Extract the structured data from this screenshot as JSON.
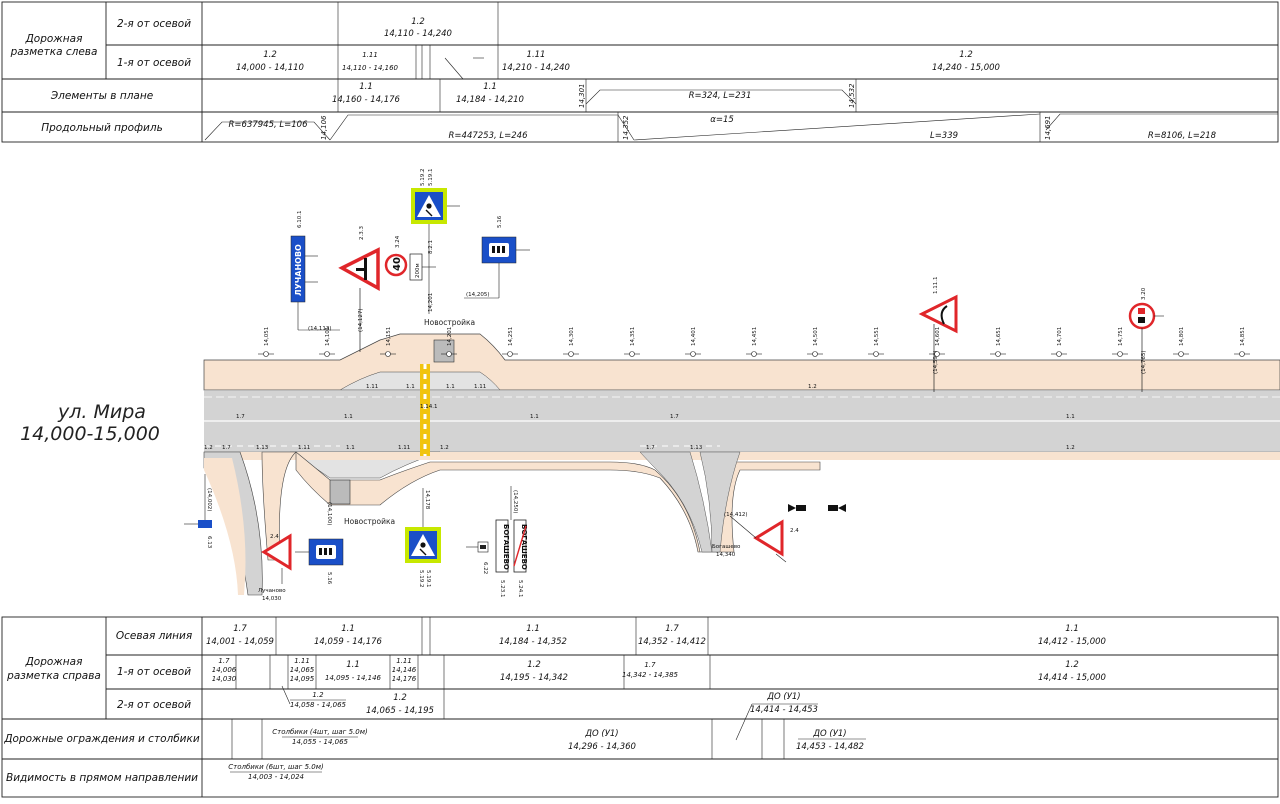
{
  "top_table": {
    "group_label_line1": "Дорожная",
    "group_label_line2": "разметка слева",
    "row2_label": "2-я от осевой",
    "row1_label": "1-я от осевой",
    "row_plan_label": "Элементы в плане",
    "row_profile_label": "Продольный профиль",
    "row2_segments": [
      {
        "code": "1.2",
        "range": "14,110 - 14,240"
      }
    ],
    "row1_segments": [
      {
        "code": "1.2",
        "range": "14,000 - 14,110"
      },
      {
        "code": "1.11",
        "range": "14,110 - 14,160"
      },
      {
        "code": "1.11",
        "range": "14,210 - 14,240"
      },
      {
        "code": "1.2",
        "range": "14,240 - 15,000"
      }
    ],
    "plan_segments": [
      {
        "code": "1.1",
        "range": "14,160 - 14,176"
      },
      {
        "code": "1.1",
        "range": "14,184 - 14,210"
      },
      {
        "code": "R=324, L=231",
        "range": ""
      }
    ],
    "plan_marks": [
      "14,301",
      "14,532"
    ],
    "profile_segments": [
      "R=637945, L=106",
      "R=447253, L=246",
      "α=15",
      "L=339",
      "R=8106, L=218"
    ],
    "profile_marks": [
      "14,106",
      "14,352",
      "14,691"
    ]
  },
  "road": {
    "street_name": "ул. Мира",
    "street_range": "14,000-15,000",
    "labels_new_building_top": "Новостройка",
    "labels_new_building_bottom": "Новостройка",
    "markings": [
      "1.1",
      "1.2",
      "1.7",
      "1.11",
      "1.14.1",
      "1.13"
    ],
    "top_signs": [
      {
        "code": "6.10.1",
        "text": "ЛУЧАНОВО",
        "pk": "(14,113)"
      },
      {
        "code": "2.3.3",
        "pk": "(14,127)"
      },
      {
        "code": "3.24",
        "text": "40"
      },
      {
        "code": "8.2.1",
        "text": "200м"
      },
      {
        "code": "5.19.2"
      },
      {
        "code": "5.19.1"
      },
      {
        "code": "5.16",
        "pk": "(14,205)"
      },
      {
        "code": "1.11.1",
        "pk": "(14,594)"
      },
      {
        "code": "3.20",
        "pk": "(14,765)"
      }
    ],
    "top_pk_small": [
      "14,051",
      "14,101",
      "14,151",
      "14,201",
      "14,251",
      "14,301",
      "14,351",
      "14,401",
      "14,451",
      "14,501",
      "14,551",
      "14,601",
      "14,651",
      "14,701",
      "14,751",
      "14,801",
      "14,851"
    ],
    "bottom_signs": [
      {
        "code": "6.13",
        "pk": "(14,002)"
      },
      {
        "code": "2.4",
        "pk": "(14,100)"
      },
      {
        "code": "5.16"
      },
      {
        "code": "5.19.2"
      },
      {
        "code": "5.19.1",
        "pk": "14,178"
      },
      {
        "code": "6.22"
      },
      {
        "code": "5.23.1",
        "text": "БОГАШЕВО",
        "pk": "(14,250)"
      },
      {
        "code": "5.24.1",
        "text": "БОГАШЕВО"
      },
      {
        "code": "2.4",
        "pk": "(14,412)"
      }
    ],
    "bottom_small_text": [
      "Лучаново",
      "14,030",
      "Богашево",
      "14,340"
    ]
  },
  "bottom_table": {
    "group_label_line1": "Дорожная",
    "group_label_line2": "разметка справа",
    "row_axis_label": "Осевая линия",
    "row1_label": "1-я от осевой",
    "row2_label": "2-я от осевой",
    "row_barriers_label": "Дорожные ограждения и столбики",
    "row_visibility_label": "Видимость в прямом направлении",
    "axis_segments": [
      {
        "code": "1.7",
        "range": "14,001 - 14,059"
      },
      {
        "code": "1.1",
        "range": "14,059 - 14,176"
      },
      {
        "code": "1.1",
        "range": "14,184 - 14,352"
      },
      {
        "code": "1.7",
        "range": "14,352 - 14,412"
      },
      {
        "code": "1.1",
        "range": "14,412 - 15,000"
      }
    ],
    "row1_segments": [
      {
        "code": "1.7",
        "r1": "14,006",
        "r2": "14,030"
      },
      {
        "code": "1.11",
        "r1": "14,065",
        "r2": "14,095"
      },
      {
        "code": "1.1",
        "range": "14,095 - 14,146"
      },
      {
        "code": "1.11",
        "r1": "14,146",
        "r2": "14,176"
      },
      {
        "code": "1.2",
        "range": "14,195 - 14,342"
      },
      {
        "code": "1.7",
        "range": "14,342 - 14,385"
      },
      {
        "code": "1.2",
        "range": "14,414 - 15,000"
      }
    ],
    "row2_segments": [
      {
        "code": "1.2",
        "range": "14,058 - 14,065"
      },
      {
        "code": "1.2",
        "range": "14,065 - 14,195"
      },
      {
        "code": "ДО (У1)",
        "range": "14,414 - 14,453"
      }
    ],
    "barrier_segments": [
      {
        "code": "Столбики (4шт, шаг 5.0м)",
        "range": "14,055 - 14,065"
      },
      {
        "code": "ДО (У1)",
        "range": "14,296 - 14,360"
      },
      {
        "code": "ДО (У1)",
        "range": "14,453 - 14,482"
      }
    ],
    "visibility_segments": [
      {
        "code": "Столбики (6шт, шаг 5.0м)",
        "range": "14,003 - 14,024"
      }
    ]
  },
  "colors": {
    "asphalt": "#d3d3d3",
    "shoulder": "#f8e3d0",
    "sign_blue": "#1a4fc8",
    "sign_red": "#e0262a",
    "sign_yellow_green": "#c7e800",
    "crossing_yellow": "#f1c40f"
  }
}
